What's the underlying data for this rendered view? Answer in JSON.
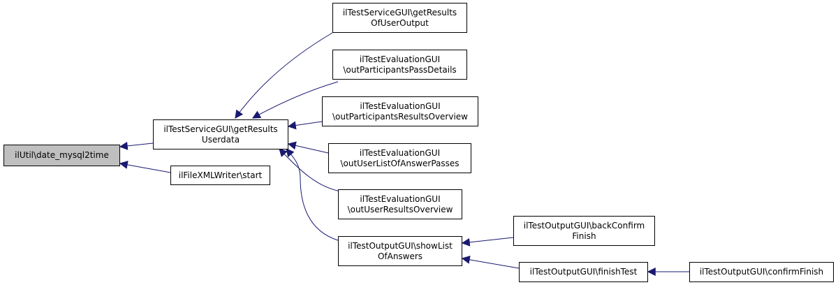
{
  "colors": {
    "edge": "#191970",
    "node_border": "#000000",
    "root_fill": "#bfbfbf",
    "node_fill": "#ffffff"
  },
  "nodes": {
    "root": {
      "lines": [
        "ilUtil\\date_mysql2time"
      ]
    },
    "getResultsUserdata": {
      "lines": [
        "ilTestServiceGUI\\getResults",
        "Userdata"
      ]
    },
    "xmlStart": {
      "lines": [
        "ilFileXMLWriter\\start"
      ]
    },
    "getResultsOfUserOutput": {
      "lines": [
        "ilTestServiceGUI\\getResults",
        "OfUserOutput"
      ]
    },
    "passDetails": {
      "lines": [
        "ilTestEvaluationGUI",
        "\\outParticipantsPassDetails"
      ]
    },
    "resultsOverview": {
      "lines": [
        "ilTestEvaluationGUI",
        "\\outParticipantsResultsOverview"
      ]
    },
    "answerPasses": {
      "lines": [
        "ilTestEvaluationGUI",
        "\\outUserListOfAnswerPasses"
      ]
    },
    "userResultsOverview": {
      "lines": [
        "ilTestEvaluationGUI",
        "\\outUserResultsOverview"
      ]
    },
    "showListOfAnswers": {
      "lines": [
        "ilTestOutputGUI\\showList",
        "OfAnswers"
      ]
    },
    "backConfirmFinish": {
      "lines": [
        "ilTestOutputGUI\\backConfirm",
        "Finish"
      ]
    },
    "finishTest": {
      "lines": [
        "ilTestOutputGUI\\finishTest"
      ]
    },
    "confirmFinish": {
      "lines": [
        "ilTestOutputGUI\\confirmFinish"
      ]
    }
  }
}
